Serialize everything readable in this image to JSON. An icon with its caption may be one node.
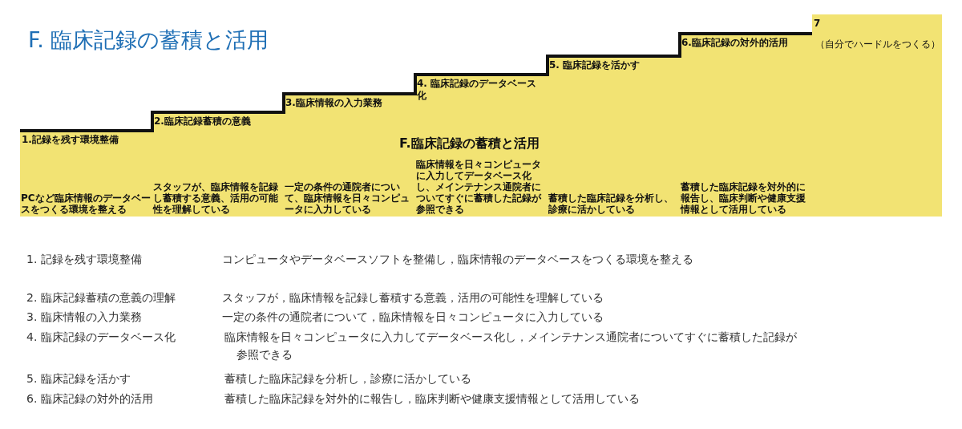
{
  "diagram": {
    "title": "F. 臨床記録の蓄積と活用",
    "nodes": [
      {
        "text": [
          "1.記録を残す環境整備",
          "PCなど臨床情報のデータベースをつくる環境を整える"
        ]
      },
      {
        "text": [
          "2.臨床記録蓄積の意義",
          "スタッフが、臨床情報を記録し蓄積する意義、活用の可能性を理解している"
        ]
      },
      {
        "text": [
          "3.臨床情報の入力業務",
          "一定の条件の通院者について、臨床情報を日々コンピュータに入力している"
        ]
      },
      {
        "text": [
          "4. 臨床記録のデータベース化",
          "臨床情報を日々コンピュータに入力してデータベース化し、メインテナンス通院者についてすぐに蓄積した記録が参照できる"
        ]
      },
      {
        "text": [
          "5. 臨床記録を活かす",
          "蓄積した臨床記録を分析し、診療に活かしている"
        ]
      },
      {
        "text": [
          "6.臨床記録の対外的活用",
          "蓄積した臨床記録を対外的に報告し、臨床判断や健康支援情報として活用している"
        ]
      },
      {
        "text": [
          "7",
          "（自分でハードルをつくる）"
        ]
      }
    ],
    "labels": [
      "F.臨床記録の蓄積と活用",
      "1. 記録を残す環境整備",
      "コンピュータやデータベースソフトを整備し，臨床情報のデータベースをつくる環境を整える",
      "2. 臨床記録蓄積の意義の理解",
      "スタッフが，臨床情報を記録し蓄積する意義，活用の可能性を理解している",
      "3. 臨床情報の入力業務",
      "一定の条件の通院者について，臨床情報を日々コンピュータに入力している",
      "4. 臨床記録のデータベース化",
      "臨床情報を日々コンピュータに入力してデータベース化し，メインテナンス通院者についてすぐに蓄積した記録が参照できる",
      "5. 臨床記録を活かす",
      "蓄積した臨床記録を分析し，診療に活かしている",
      "6. 臨床記録の対外的活用",
      "蓄積した臨床記録を対外的に報告し，臨床判断や健康支援情報として活用している"
    ]
  }
}
